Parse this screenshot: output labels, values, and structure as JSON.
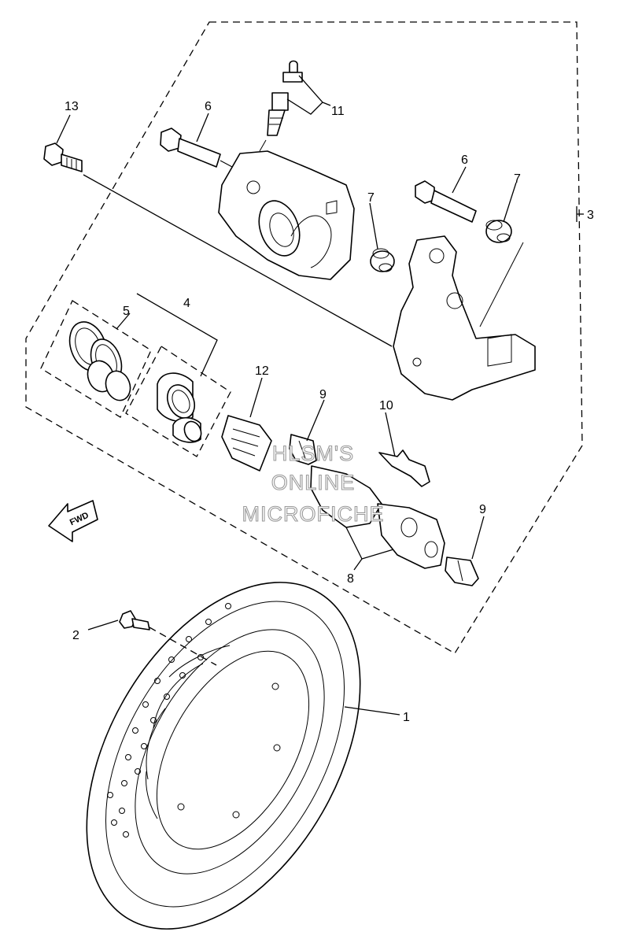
{
  "callouts": {
    "c1": "1",
    "c2": "2",
    "c3": "3",
    "c4": "4",
    "c5": "5",
    "c6a": "6",
    "c6b": "6",
    "c7a": "7",
    "c7b": "7",
    "c8": "8",
    "c9a": "9",
    "c9b": "9",
    "c10": "10",
    "c11": "11",
    "c12": "12",
    "c13": "13"
  },
  "direction_arrow": {
    "label": "FWD"
  },
  "watermark": {
    "line1": "HLSM'S",
    "line2": "ONLINE",
    "line3": "MICROFICHE"
  }
}
